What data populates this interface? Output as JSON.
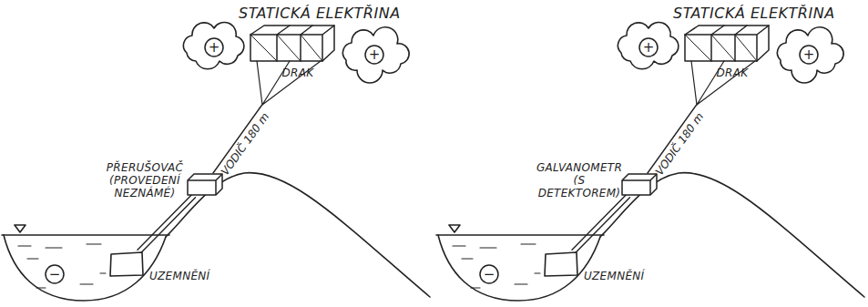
{
  "diagram": {
    "nodes": [
      {
        "text": [
          "+"
        ]
      },
      {
        "text": [
          "DRAK"
        ]
      },
      {
        "text": [
          "+"
        ]
      },
      {
        "text": [
          "PŘERUŠOVAČ (PROVEDENÍ NEZNÁMÉ)"
        ]
      },
      {
        "text": [
          "−"
        ]
      },
      {
        "text": [
          "UZEMNĚNÍ"
        ]
      },
      {
        "text": [
          "+"
        ]
      },
      {
        "text": [
          "DRAK"
        ]
      },
      {
        "text": [
          "+"
        ]
      },
      {
        "text": [
          "GALVANOMETR (S DETEKTOREM)"
        ]
      },
      {
        "text": [
          "−"
        ]
      },
      {
        "text": [
          "UZEMNĚNÍ"
        ]
      }
    ],
    "edges": [
      {
        "from": 1,
        "to": 3,
        "label": "VODIČ 180 m",
        "arrow": "none"
      },
      {
        "from": 3,
        "to": 5,
        "arrow": "none"
      },
      {
        "from": 7,
        "to": 9,
        "label": "VODIČ 180 m",
        "arrow": "none"
      },
      {
        "from": 9,
        "to": 11,
        "arrow": "none"
      }
    ],
    "labels": [
      "STATICKÁ ELEKTŘINA",
      "STATICKÁ ELEKTŘINA"
    ]
  }
}
